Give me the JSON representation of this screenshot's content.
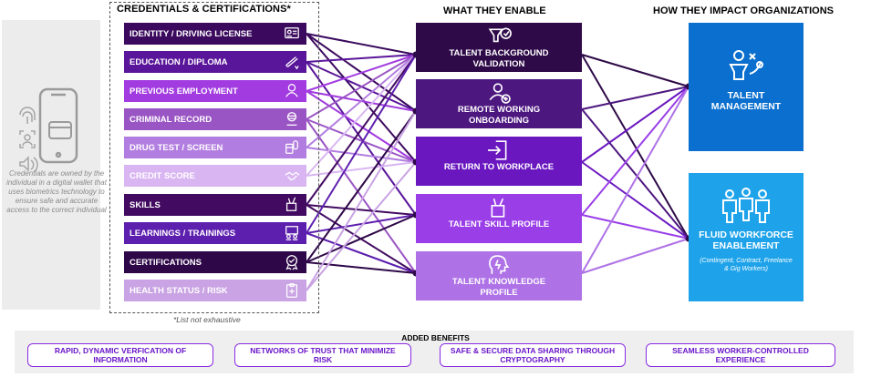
{
  "headers": {
    "credentials": "CREDENTIALS & CERTIFICATIONS*",
    "enable": "WHAT THEY ENABLE",
    "impact": "HOW THEY IMPACT ORGANIZATIONS"
  },
  "wallet": {
    "description": "Credentials are owned by the individual in a digital wallet that uses biometrics technology to ensure safe and accurate access to the correct individual",
    "icons": [
      "fingerprint-icon",
      "face-id-icon",
      "voice-icon",
      "phone-wallet-icon"
    ]
  },
  "credentials": [
    {
      "label": "IDENTITY / DRIVING LICENSE",
      "color": "#3b0a5e",
      "icon": "id-card-icon"
    },
    {
      "label": "EDUCATION / DIPLOMA",
      "color": "#5a169a",
      "icon": "diploma-icon"
    },
    {
      "label": "PREVIOUS EMPLOYMENT",
      "color": "#a23be0",
      "icon": "person-icon"
    },
    {
      "label": "CRIMINAL RECORD",
      "color": "#9a55c4",
      "icon": "prisoner-icon"
    },
    {
      "label": "DRUG TEST / SCREEN",
      "color": "#b27de0",
      "icon": "pills-icon"
    },
    {
      "label": "CREDIT SCORE",
      "color": "#d9b6f2",
      "icon": "handshake-icon"
    },
    {
      "label": "SKILLS",
      "color": "#420b61",
      "icon": "pen-cup-icon"
    },
    {
      "label": "LEARNINGS / TRAININGS",
      "color": "#5d1fae",
      "icon": "training-icon"
    },
    {
      "label": "CERTIFICATIONS",
      "color": "#2e0748",
      "icon": "certificate-icon"
    },
    {
      "label": "HEALTH STATUS / RISK",
      "color": "#c9a3e3",
      "icon": "health-clipboard-icon"
    }
  ],
  "note": "*List not exhaustive",
  "enables": [
    {
      "label": "TALENT BACKGROUND VALIDATION",
      "color": "#2e0a48",
      "icon": "background-check-icon"
    },
    {
      "label": "REMOTE WORKING ONBOARDING",
      "color": "#4d1780",
      "icon": "remote-worker-icon"
    },
    {
      "label": "RETURN TO WORKPLACE",
      "color": "#6a17c0",
      "icon": "door-enter-icon"
    },
    {
      "label": "TALENT SKILL PROFILE",
      "color": "#9a3ee8",
      "icon": "skill-cup-icon"
    },
    {
      "label": "TALENT KNOWLEDGE PROFILE",
      "color": "#ae72e6",
      "icon": "knowledge-head-icon"
    }
  ],
  "impacts": [
    {
      "label": "TALENT MANAGEMENT",
      "sub": "",
      "color": "#0a6fce",
      "icon": "strategy-person-icon"
    },
    {
      "label": "FLUID WORKFORCE ENABLEMENT",
      "sub": "(Contingent, Contract, Freelance & Gig Workers)",
      "color": "#1ea3ea",
      "icon": "workforce-group-icon"
    }
  ],
  "benefits": {
    "title": "ADDED BENEFITS",
    "items": [
      "RAPID, DYNAMIC VERFICATION OF INFORMATION",
      "NETWORKS OF TRUST THAT MINIMIZE RISK",
      "SAFE & SECURE DATA SHARING THROUGH CRYPTOGRAPHY",
      "SEAMLESS WORKER-CONTROLLED EXPERIENCE"
    ]
  }
}
